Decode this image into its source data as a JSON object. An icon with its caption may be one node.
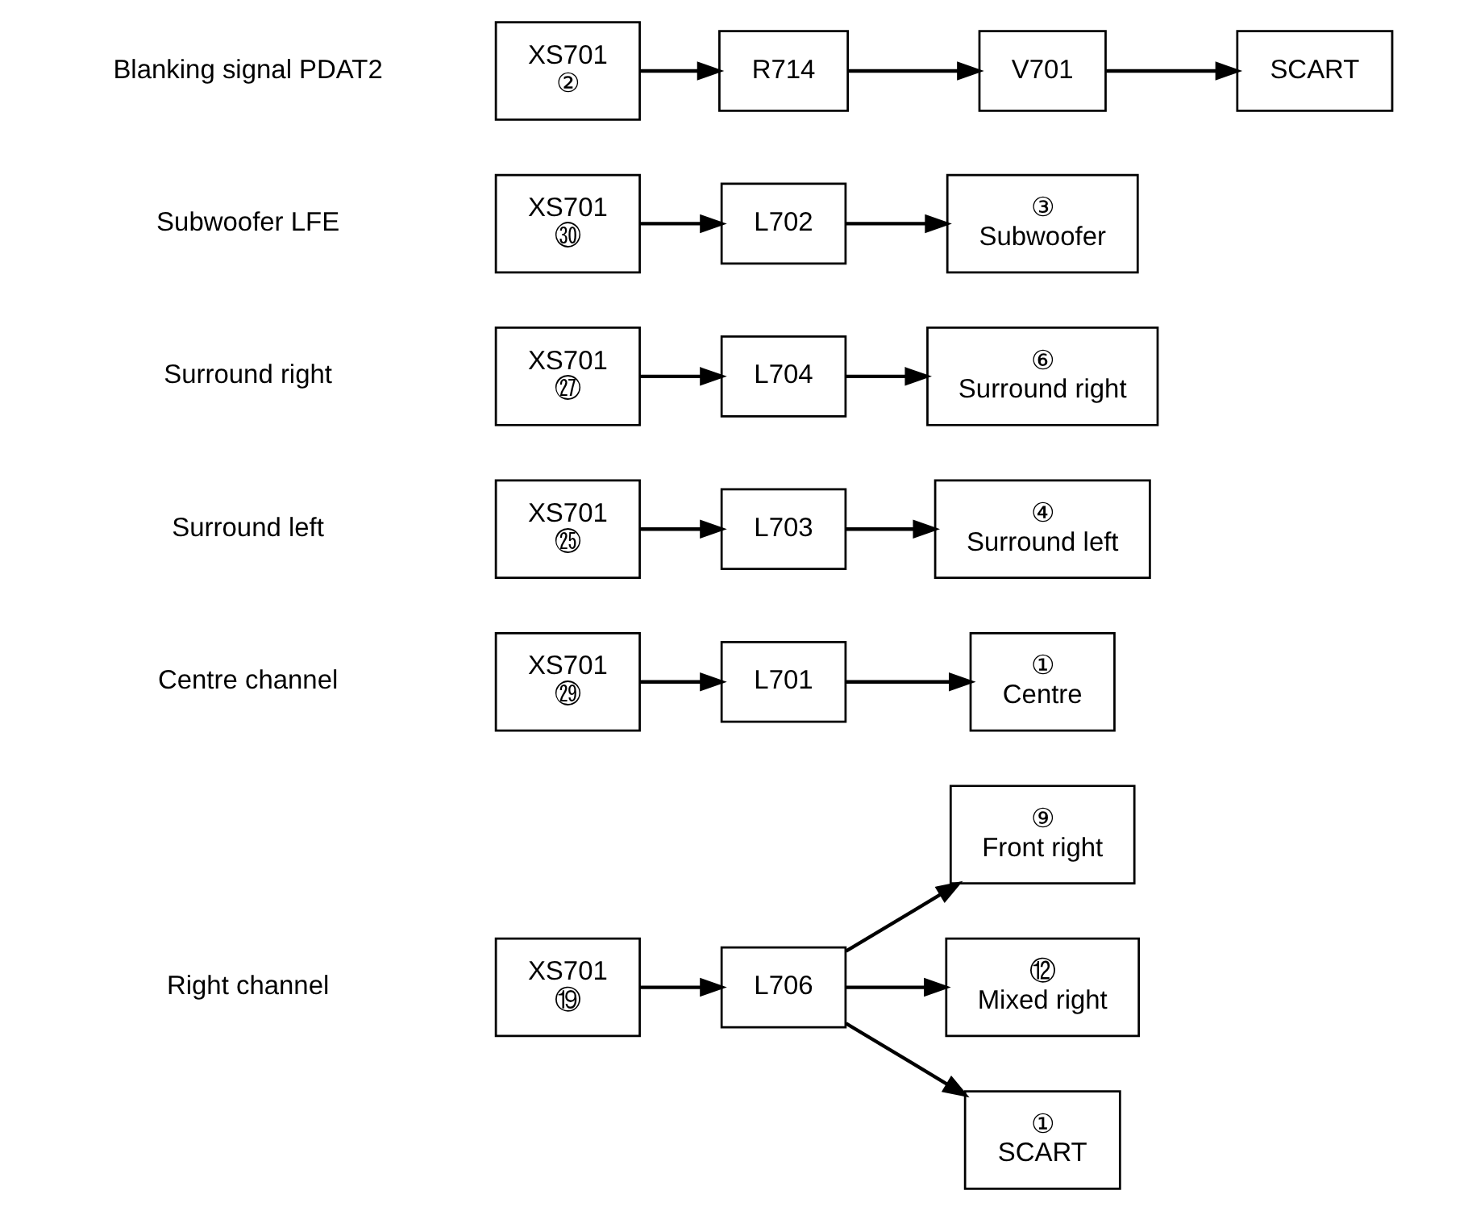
{
  "diagram": {
    "nodes": [
      {
        "text": [
          "XS701",
          "⑲"
        ]
      },
      {
        "text": [
          "L706"
        ]
      },
      {
        "text": [
          "⑨",
          "Front right"
        ]
      },
      {
        "text": [
          "⑫",
          "Mixed right"
        ]
      },
      {
        "text": [
          "①",
          "SCART"
        ]
      },
      {
        "text": [
          "XS701",
          "㉙"
        ]
      },
      {
        "text": [
          "L701"
        ]
      },
      {
        "text": [
          "①",
          "Centre"
        ]
      },
      {
        "text": [
          "XS701",
          "㉕"
        ]
      },
      {
        "text": [
          "L703"
        ]
      },
      {
        "text": [
          "④",
          "Surround left"
        ]
      },
      {
        "text": [
          "XS701",
          "㉗"
        ]
      },
      {
        "text": [
          "L704"
        ]
      },
      {
        "text": [
          "⑥",
          "Surround right"
        ]
      },
      {
        "text": [
          "XS701",
          "㉚"
        ]
      },
      {
        "text": [
          "L702"
        ]
      },
      {
        "text": [
          "③",
          "Subwoofer"
        ]
      },
      {
        "text": [
          "XS701",
          "②"
        ]
      },
      {
        "text": [
          "R714"
        ]
      },
      {
        "text": [
          "V701"
        ]
      },
      {
        "text": [
          "SCART"
        ]
      }
    ],
    "edges": [
      {
        "from": 0,
        "to": 1,
        "arrow": "to"
      },
      {
        "from": 1,
        "to": 2,
        "arrow": "to"
      },
      {
        "from": 1,
        "to": 3,
        "arrow": "to"
      },
      {
        "from": 1,
        "to": 4,
        "arrow": "to"
      },
      {
        "from": 5,
        "to": 6,
        "arrow": "to"
      },
      {
        "from": 6,
        "to": 7,
        "arrow": "to"
      },
      {
        "from": 8,
        "to": 9,
        "arrow": "to"
      },
      {
        "from": 9,
        "to": 10,
        "arrow": "to"
      },
      {
        "from": 11,
        "to": 12,
        "arrow": "to"
      },
      {
        "from": 12,
        "to": 13,
        "arrow": "to"
      },
      {
        "from": 14,
        "to": 15,
        "arrow": "to"
      },
      {
        "from": 15,
        "to": 16,
        "arrow": "to"
      },
      {
        "from": 17,
        "to": 18,
        "arrow": "to"
      },
      {
        "from": 18,
        "to": 19,
        "arrow": "to"
      },
      {
        "from": 19,
        "to": 20,
        "arrow": "to"
      }
    ],
    "labels": [
      "Right channel",
      "Centre channel",
      "Surround left",
      "Surround right",
      "Subwoofer LFE",
      "Blanking signal PDAT2"
    ]
  }
}
